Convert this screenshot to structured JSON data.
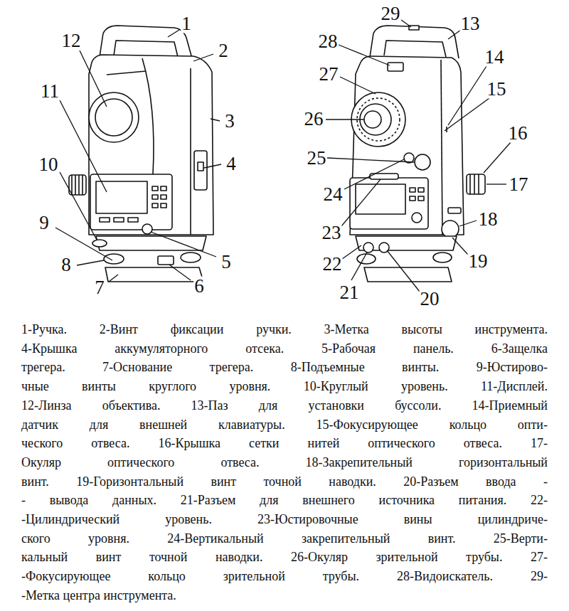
{
  "diagram": {
    "labels": [
      "1",
      "2",
      "3",
      "4",
      "5",
      "6",
      "7",
      "8",
      "9",
      "10",
      "11",
      "12",
      "13",
      "14",
      "15",
      "16",
      "17",
      "18",
      "19",
      "20",
      "21",
      "22",
      "23",
      "24",
      "25",
      "26",
      "27",
      "28",
      "29",
      "1-Ручка. 2-Винт фиксации ручки. 3-Метка высоты инструмента.",
      "4-Крышка аккумуляторного отсека. 5-Рабочая панель. 6-Защелка",
      "трегера. 7-Основание трегера. 8-Подъемные винты. 9-Юстирово-",
      "чные винты круглого уровня. 10-Круглый уровень. 11-Дисплей.",
      "12-Линза объектива. 13-Паз для установки буссоли. 14-Приемный",
      "датчик для внешней клавиатуры. 15-Фокусирующее кольцо опти-",
      "ческого отвеса. 16-Крышка сетки нитей оптического отвеса. 17-",
      "Окуляр оптического отвеса. 18-Закрепительный горизонтальный",
      "винт. 19-Горизонтальный винт точной наводки. 20-Разъем ввода -",
      "- вывода данных. 21-Разъем для внешнего источника питания. 22-",
      "-Цилиндрический уровень. 23-Юстировочные вины цилиндриче-",
      "ского уровня. 24-Вертикальный закрепительный винт. 25-Верти-",
      "кальный винт точной наводки. 26-Окуляр зрительной трубы. 27-",
      "-Фокусирующее кольцо зрительной трубы. 28-Видоискатель. 29-",
      "-Метка центра инструмента."
    ]
  }
}
